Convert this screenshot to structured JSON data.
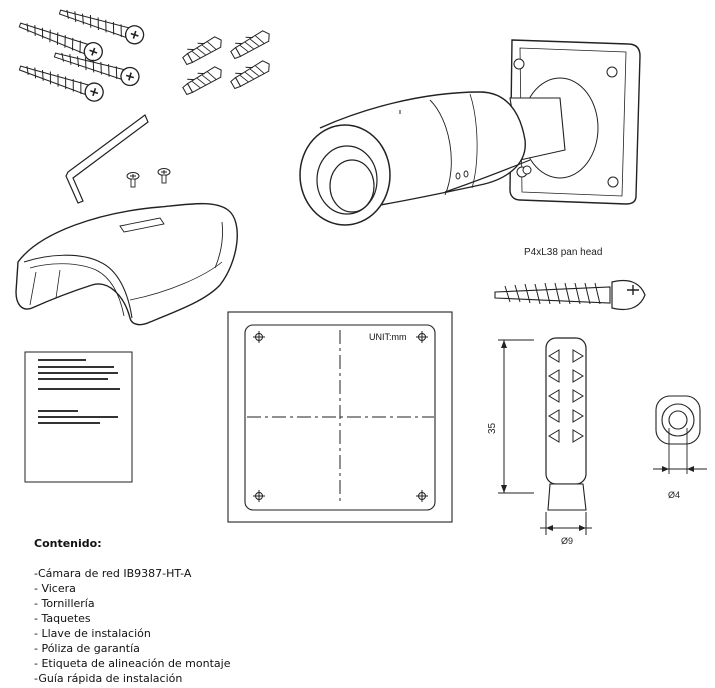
{
  "labels": {
    "screw_spec": "P4xL38 pan head",
    "unit": "UNIT:mm",
    "anchor_length": "35",
    "anchor_width": "Ø9",
    "anchor_hole": "Ø4"
  },
  "contents": {
    "heading": "Contenido:",
    "items": [
      "-Cámara de red IB9387-HT-A",
      "- Vicera",
      "- Tornillería",
      "- Taquetes",
      "- Llave de instalación",
      "- Póliza de garantía",
      "- Etiqueta de alineación de montaje",
      "-Guía rápida de instalación"
    ]
  },
  "icons": [
    "wood-screw-icon",
    "wall-anchor-icon",
    "hex-key-icon",
    "small-screw-icon",
    "sun-shield-icon",
    "bullet-camera-icon",
    "warranty-card-icon",
    "alignment-sticker-icon"
  ]
}
